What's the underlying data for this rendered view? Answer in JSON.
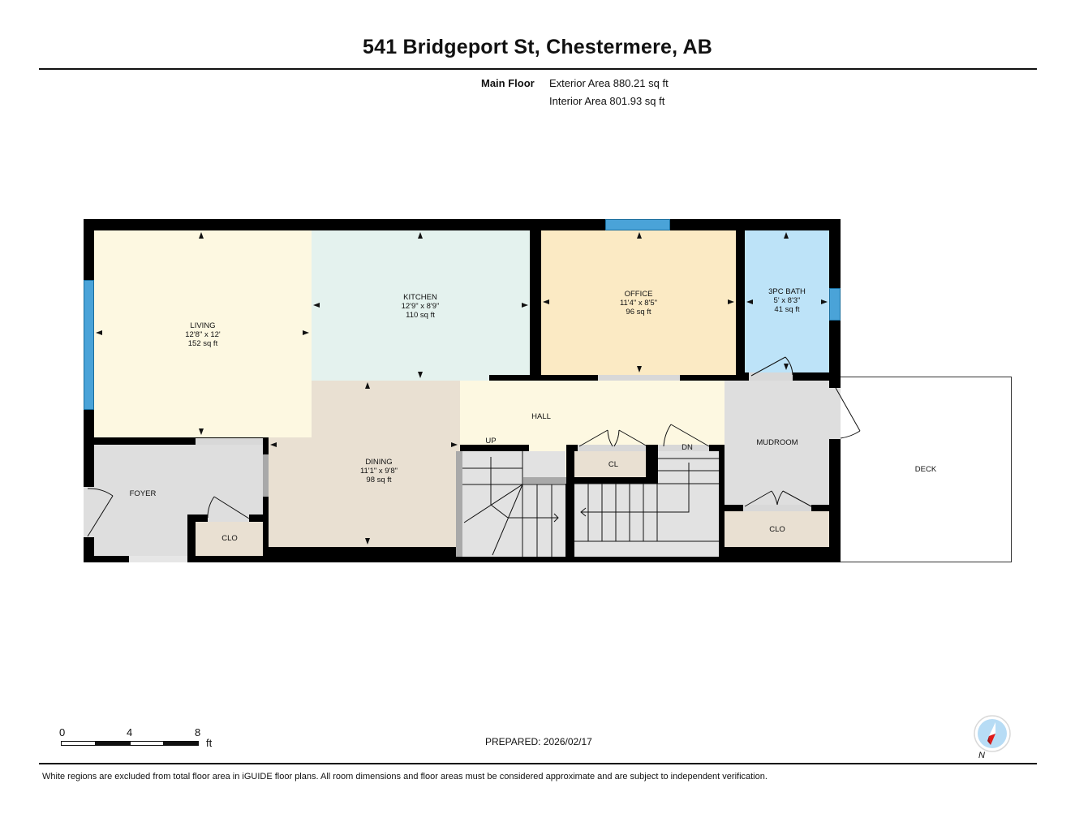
{
  "header": {
    "title": "541 Bridgeport St, Chestermere, AB",
    "floor_name": "Main Floor",
    "exterior_area": "Exterior Area 880.21 sq ft",
    "interior_area": "Interior Area 801.93 sq ft"
  },
  "rooms": {
    "living": {
      "name": "LIVING",
      "dims": "12'8\" x 12'",
      "area": "152 sq ft",
      "color": "#fdf8e1"
    },
    "kitchen": {
      "name": "KITCHEN",
      "dims": "12'9\" x 8'9\"",
      "area": "110 sq ft",
      "color": "#e4f2ee"
    },
    "office": {
      "name": "OFFICE",
      "dims": "11'4\" x 8'5\"",
      "area": "96 sq ft",
      "color": "#fbeac4"
    },
    "bath": {
      "name": "3PC BATH",
      "dims": "5' x 8'3\"",
      "area": "41 sq ft",
      "color": "#bde3f8"
    },
    "dining": {
      "name": "DINING",
      "dims": "11'1\" x 9'8\"",
      "area": "98 sq ft",
      "color": "#e9e0d2"
    },
    "hall": {
      "name": "HALL",
      "color": "#fdf8e1"
    },
    "foyer": {
      "name": "FOYER",
      "color": "#dedede"
    },
    "foyer_closet": {
      "name": "CLO",
      "color": "#e9e0d2"
    },
    "hall_closet": {
      "name": "CL",
      "color": "#e9e0d2"
    },
    "mudroom": {
      "name": "MUDROOM",
      "color": "#dedede"
    },
    "mudroom_closet": {
      "name": "CLO",
      "color": "#e9e0d2"
    },
    "deck": {
      "name": "DECK",
      "color": "#ffffff"
    },
    "stairs_up": {
      "label": "UP",
      "color": "#e2e2e2"
    },
    "stairs_down": {
      "label": "DN",
      "color": "#e2e2e2"
    }
  },
  "scale_bar": {
    "ticks": [
      "0",
      "4",
      "8"
    ],
    "unit": "ft"
  },
  "prepared": "PREPARED: 2026/02/17",
  "compass": {
    "label": "N",
    "needle_color": "#e01a1a",
    "dial_color": "#b7dcf5"
  },
  "footer": {
    "disclaimer": "White regions are excluded from total floor area in iGUIDE floor plans. All room dimensions and floor areas must be considered approximate and are subject to independent verification."
  }
}
